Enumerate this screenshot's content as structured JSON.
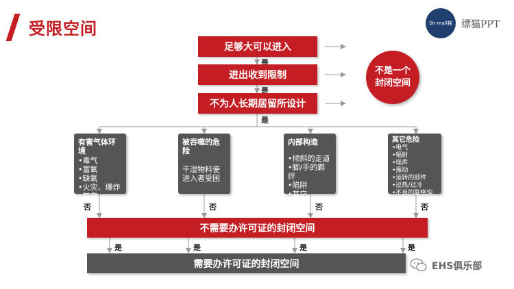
{
  "header": {
    "title": "受限空间"
  },
  "logo": {
    "badge": "Sh-mall猫",
    "text": "缥猫PPT"
  },
  "criteria": [
    "足够大可以进入",
    "进出收到限制",
    "不为人长期居留所设计"
  ],
  "outcome_not": [
    "不是一个",
    "封闭空间"
  ],
  "labels": {
    "yes": "是",
    "no": "否"
  },
  "hazards": [
    {
      "title": "有害气体环境",
      "items": [
        "•毒气",
        "•富氧",
        "•缺氧",
        "•火灾、爆炸",
        "•其它"
      ]
    },
    {
      "title": "被吞噬的危险",
      "items": [
        "干湿物料使",
        "进入者受困"
      ]
    },
    {
      "title": "内部构造",
      "items": [
        "•倾斜的走道",
        "•脚/手的羁绊",
        "•陷阱",
        "•其它"
      ]
    },
    {
      "title": "其它危险",
      "items": [
        "•电气",
        "•辐射",
        "•噪声",
        "•振动",
        "•运转的部件",
        "•过热/过冷",
        "•不良的联络沟通"
      ]
    }
  ],
  "no_permit": "不需要办许可证的封闭空间",
  "permit": "需要办许可证的封闭空间",
  "watermark": "EHS俱乐部"
}
